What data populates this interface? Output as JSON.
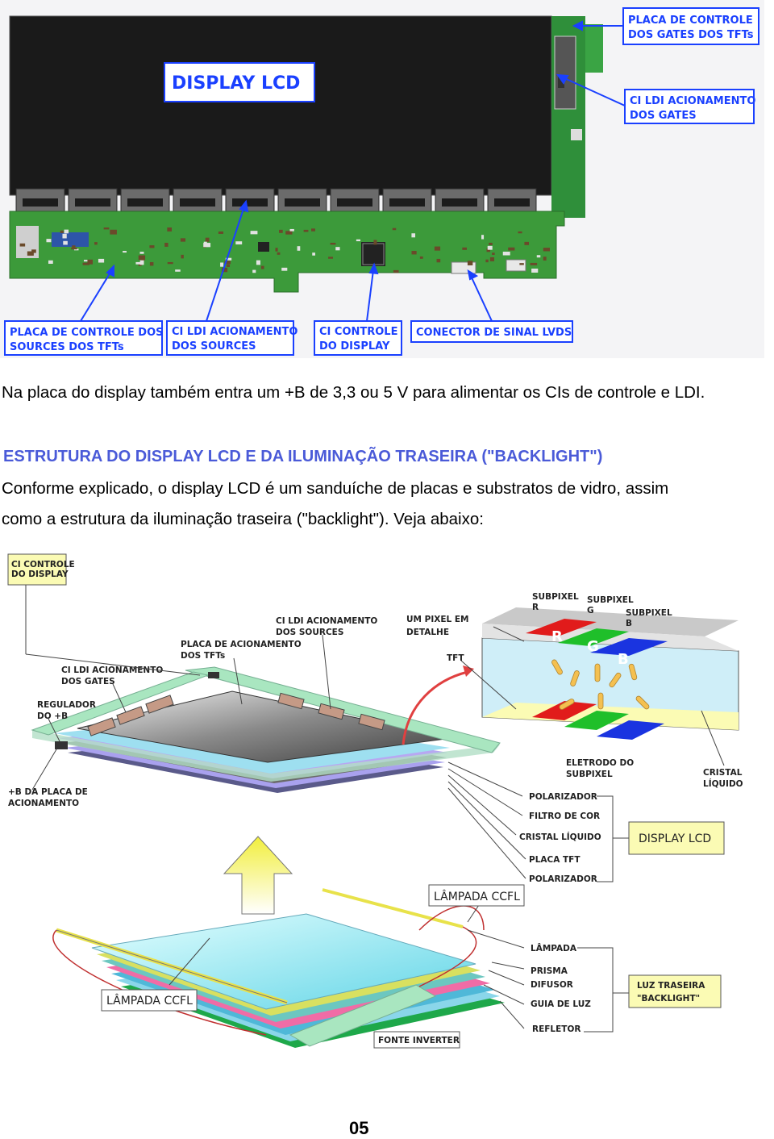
{
  "photo_labels": {
    "display_lcd": "DISPLAY LCD",
    "gate_board": [
      "PLACA DE CONTROLE",
      "DOS GATES DOS TFTs"
    ],
    "gate_ldi": [
      "CI LDI ACIONAMENTO",
      "DOS GATES"
    ],
    "source_board": [
      "PLACA DE CONTROLE DOS",
      "SOURCES DOS TFTs"
    ],
    "source_ldi": [
      "CI LDI ACIONAMENTO",
      "DOS SOURCES"
    ],
    "display_ic": [
      "CI CONTROLE",
      "DO DISPLAY"
    ],
    "lvds": "CONECTOR DE SINAL LVDS"
  },
  "text": {
    "supply_note": "Na placa do display também entra um +B de 3,3 ou 5 V para alimentar os CIs de controle e LDI.",
    "section_title": "ESTRUTURA DO DISPLAY LCD E DA ILUMINAÇÃO TRASEIRA (\"BACKLIGHT\")",
    "paragraph_line1": "Conforme explicado, o display LCD é um sanduíche de placas e substratos de vidro, assim",
    "paragraph_line2": "como a estrutura da iluminação traseira (\"backlight\"). Veja abaixo:"
  },
  "diagram_labels": {
    "ci_controle": [
      "CI CONTROLE",
      "DO DISPLAY"
    ],
    "ci_ldi_sources": [
      "CI LDI ACIONAMENTO",
      "DOS SOURCES"
    ],
    "placa_acionamento": [
      "PLACA DE ACIONAMENTO",
      "DOS TFTs"
    ],
    "ci_ldi_gates": [
      "CI LDI ACIONAMENTO",
      "DOS GATES"
    ],
    "regulador": [
      "REGULADOR",
      "DO +B"
    ],
    "b_placa": [
      "+B DA PLACA DE",
      "ACIONAMENTO"
    ],
    "pixel_detalhe": [
      "UM PIXEL EM",
      "DETALHE"
    ],
    "tft": "TFT",
    "subpixel_r": [
      "SUBPIXEL",
      "R"
    ],
    "subpixel_g": [
      "SUBPIXEL",
      "G"
    ],
    "subpixel_b": [
      "SUBPIXEL",
      "B"
    ],
    "letter_r": "R",
    "letter_g": "G",
    "letter_b": "B",
    "eletrodo": [
      "ELETRODO DO",
      "SUBPIXEL"
    ],
    "cristal_liquido_cap": [
      "CRISTAL",
      "LÍQUIDO"
    ],
    "polarizador_top": "POLARIZADOR",
    "filtro": "FILTRO DE COR",
    "cristal_layer": "CRISTAL LÍQUIDO",
    "placa_tft": "PLACA TFT",
    "polarizador_bottom": "POLARIZADOR",
    "display_lcd_box": "DISPLAY LCD",
    "lampada_ccfl_top": "LÂMPADA CCFL",
    "lampada": "LÂMPADA",
    "prisma": "PRISMA",
    "difusor": "DIFUSOR",
    "guia": "GUIA DE LUZ",
    "refletor": "REFLETOR",
    "luz_traseira": [
      "LUZ TRASEIRA",
      "\"BACKLIGHT\""
    ],
    "lampada_ccfl_left": "LÂMPADA CCFL",
    "fonte_inverter": "FONTE INVERTER"
  },
  "page_number": "05",
  "colors": {
    "heading": "#4a5ad8",
    "label_blue": "#1a40ff",
    "pcb_green": "#3c9a3a",
    "panel_black": "#1a1a1a",
    "subpixel_r": "#e11b1b",
    "subpixel_g": "#1fbf2a",
    "subpixel_b": "#1a34e0",
    "callout_yellow": "#fbfbb4"
  }
}
